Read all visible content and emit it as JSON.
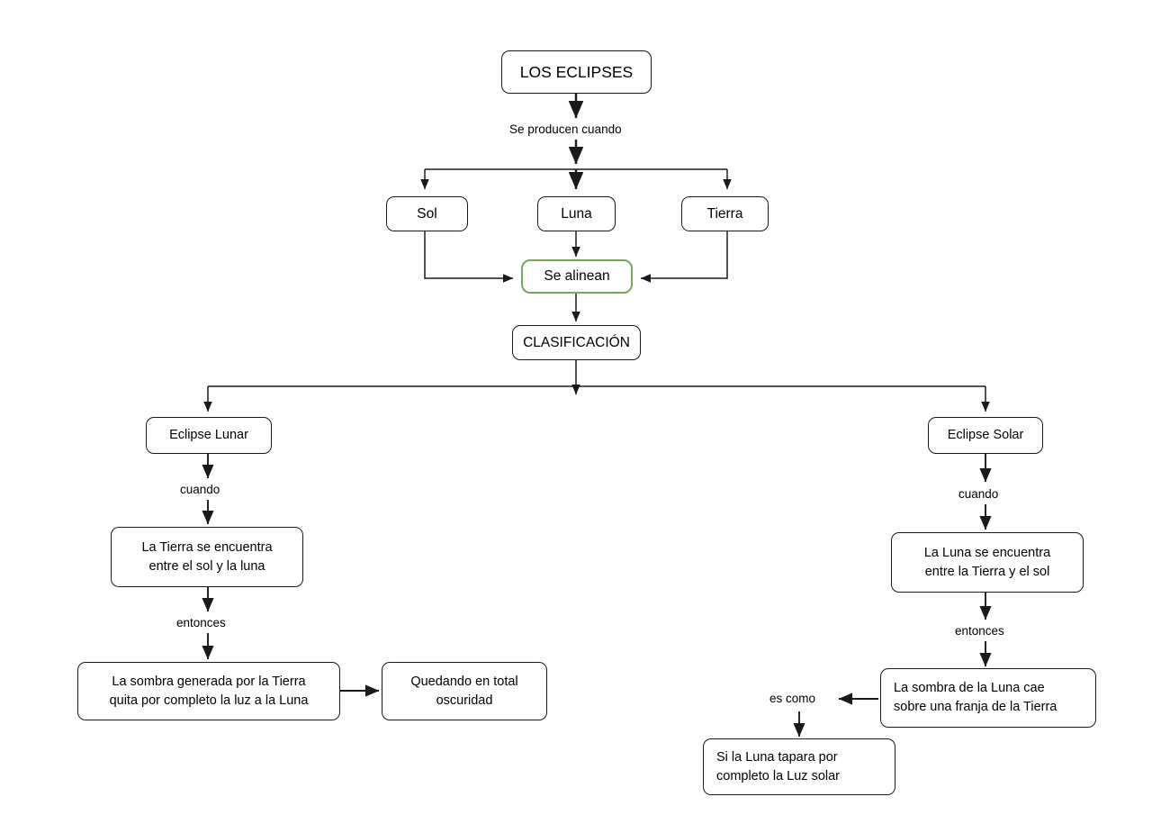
{
  "diagram": {
    "title": "LOS ECLIPSES",
    "theme": {
      "stroke": "#1a1a1a",
      "accent_green": "#76a85a",
      "background": "#ffffff",
      "text": "#000000"
    },
    "nodes": {
      "root": "LOS ECLIPSES",
      "sol": "Sol",
      "luna": "Luna",
      "tierra": "Tierra",
      "se_alinean": "Se alinean",
      "clasificacion": "CLASIFICACIÓN",
      "eclipse_lunar": "Eclipse Lunar",
      "eclipse_solar": "Eclipse Solar",
      "tierra_entre": "La Tierra se encuentra\nentre el sol y la luna",
      "luna_entre": "La Luna se encuentra\nentre la Tierra y el sol",
      "sombra_tierra": "La sombra generada por la Tierra\nquita por completo la luz a la Luna",
      "oscuridad": "Quedando en total\noscuridad",
      "sombra_luna": "La sombra de la Luna cae\nsobre una franja de la Tierra",
      "si_luna_tapara": "Si la Luna tapara por\ncompleto la Luz solar"
    },
    "edge_labels": {
      "se_producen_cuando": "Se producen cuando",
      "cuando_left": "cuando",
      "cuando_right": "cuando",
      "entonces_left": "entonces",
      "entonces_right": "entonces",
      "es_como": "es como"
    }
  }
}
